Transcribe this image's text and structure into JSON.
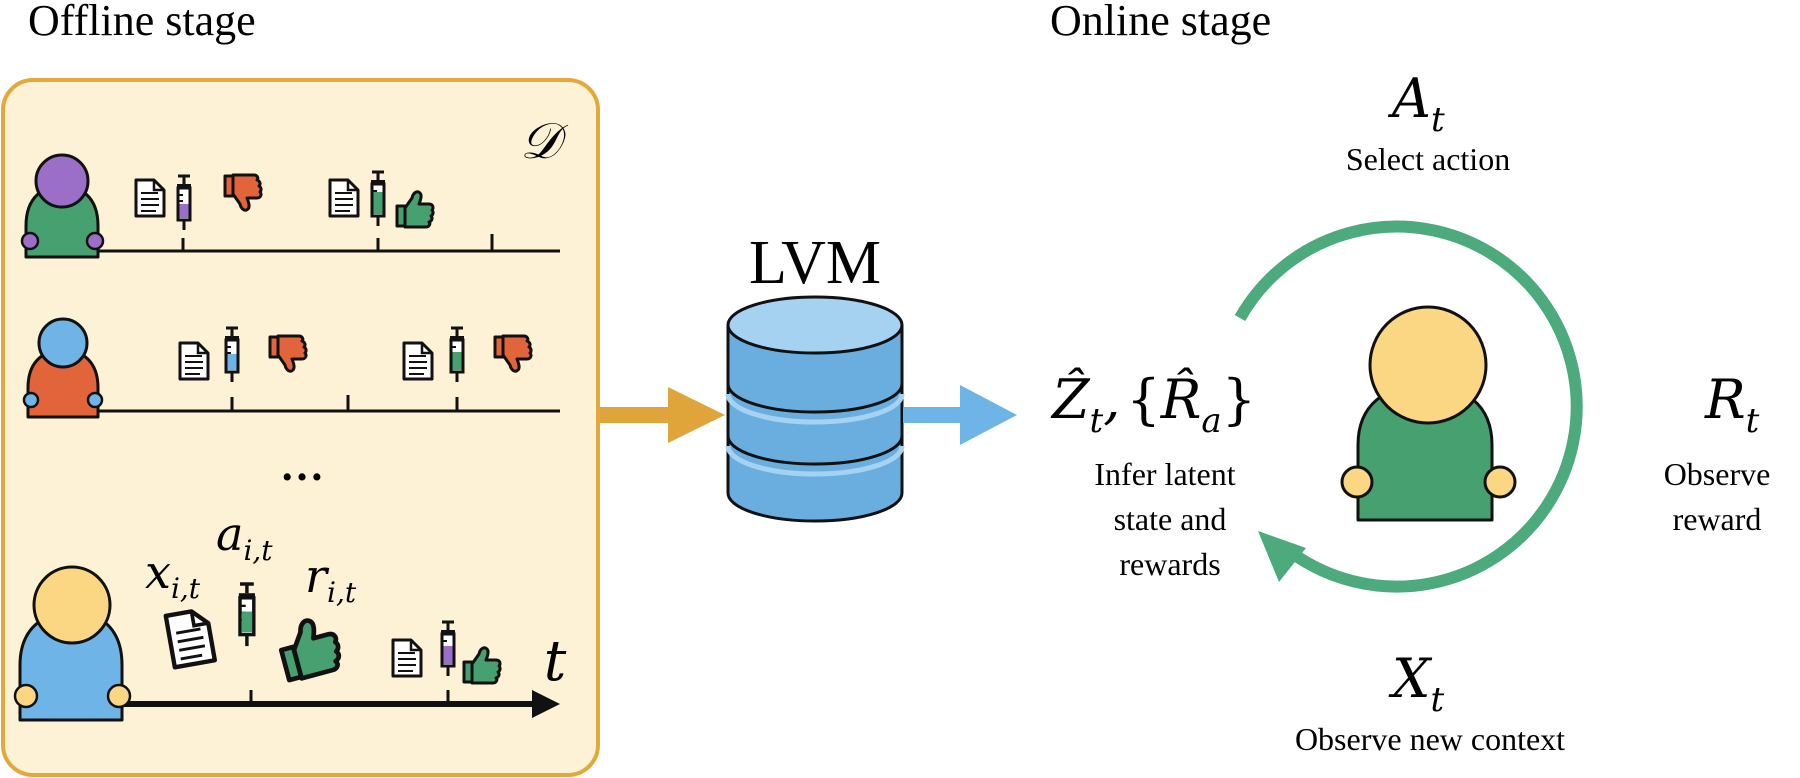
{
  "titles": {
    "offline": "Offline stage",
    "online": "Online stage"
  },
  "dataset_label": "𝒟",
  "lvm_label": "LVM",
  "ellipsis": "…",
  "time_label": "t",
  "offline_vars": {
    "x": "x",
    "a": "a",
    "r": "r",
    "sub": "i,t"
  },
  "online": {
    "action": {
      "symbol": "A",
      "sub": "t",
      "caption": "Select action"
    },
    "reward": {
      "symbol": "R",
      "sub": "t",
      "caption_line1": "Observe",
      "caption_line2": "reward"
    },
    "context": {
      "symbol": "X",
      "sub": "t",
      "caption": "Observe new context"
    },
    "infer": {
      "z_symbol": "Ẑ",
      "z_sub": "t",
      "comma": ",",
      "brace_open": "{",
      "r_symbol": "R̂",
      "r_sub": "a",
      "brace_close": "}",
      "line1": "Infer latent",
      "line2": "state and",
      "line3": "rewards"
    }
  },
  "colors": {
    "panel_fill": "#fdf1d6",
    "panel_border": "#e3a83a",
    "purple": "#9b6fc8",
    "green": "#46a06f",
    "orange": "#e2643a",
    "blue": "#6fb4e6",
    "yellow": "#fbd784",
    "cycle": "#4caa7d",
    "arrow_gold": "#e0a53a",
    "arrow_blue": "#6fb4e6",
    "db_blue": "#6aaee0",
    "db_top": "#a6d2f2"
  }
}
